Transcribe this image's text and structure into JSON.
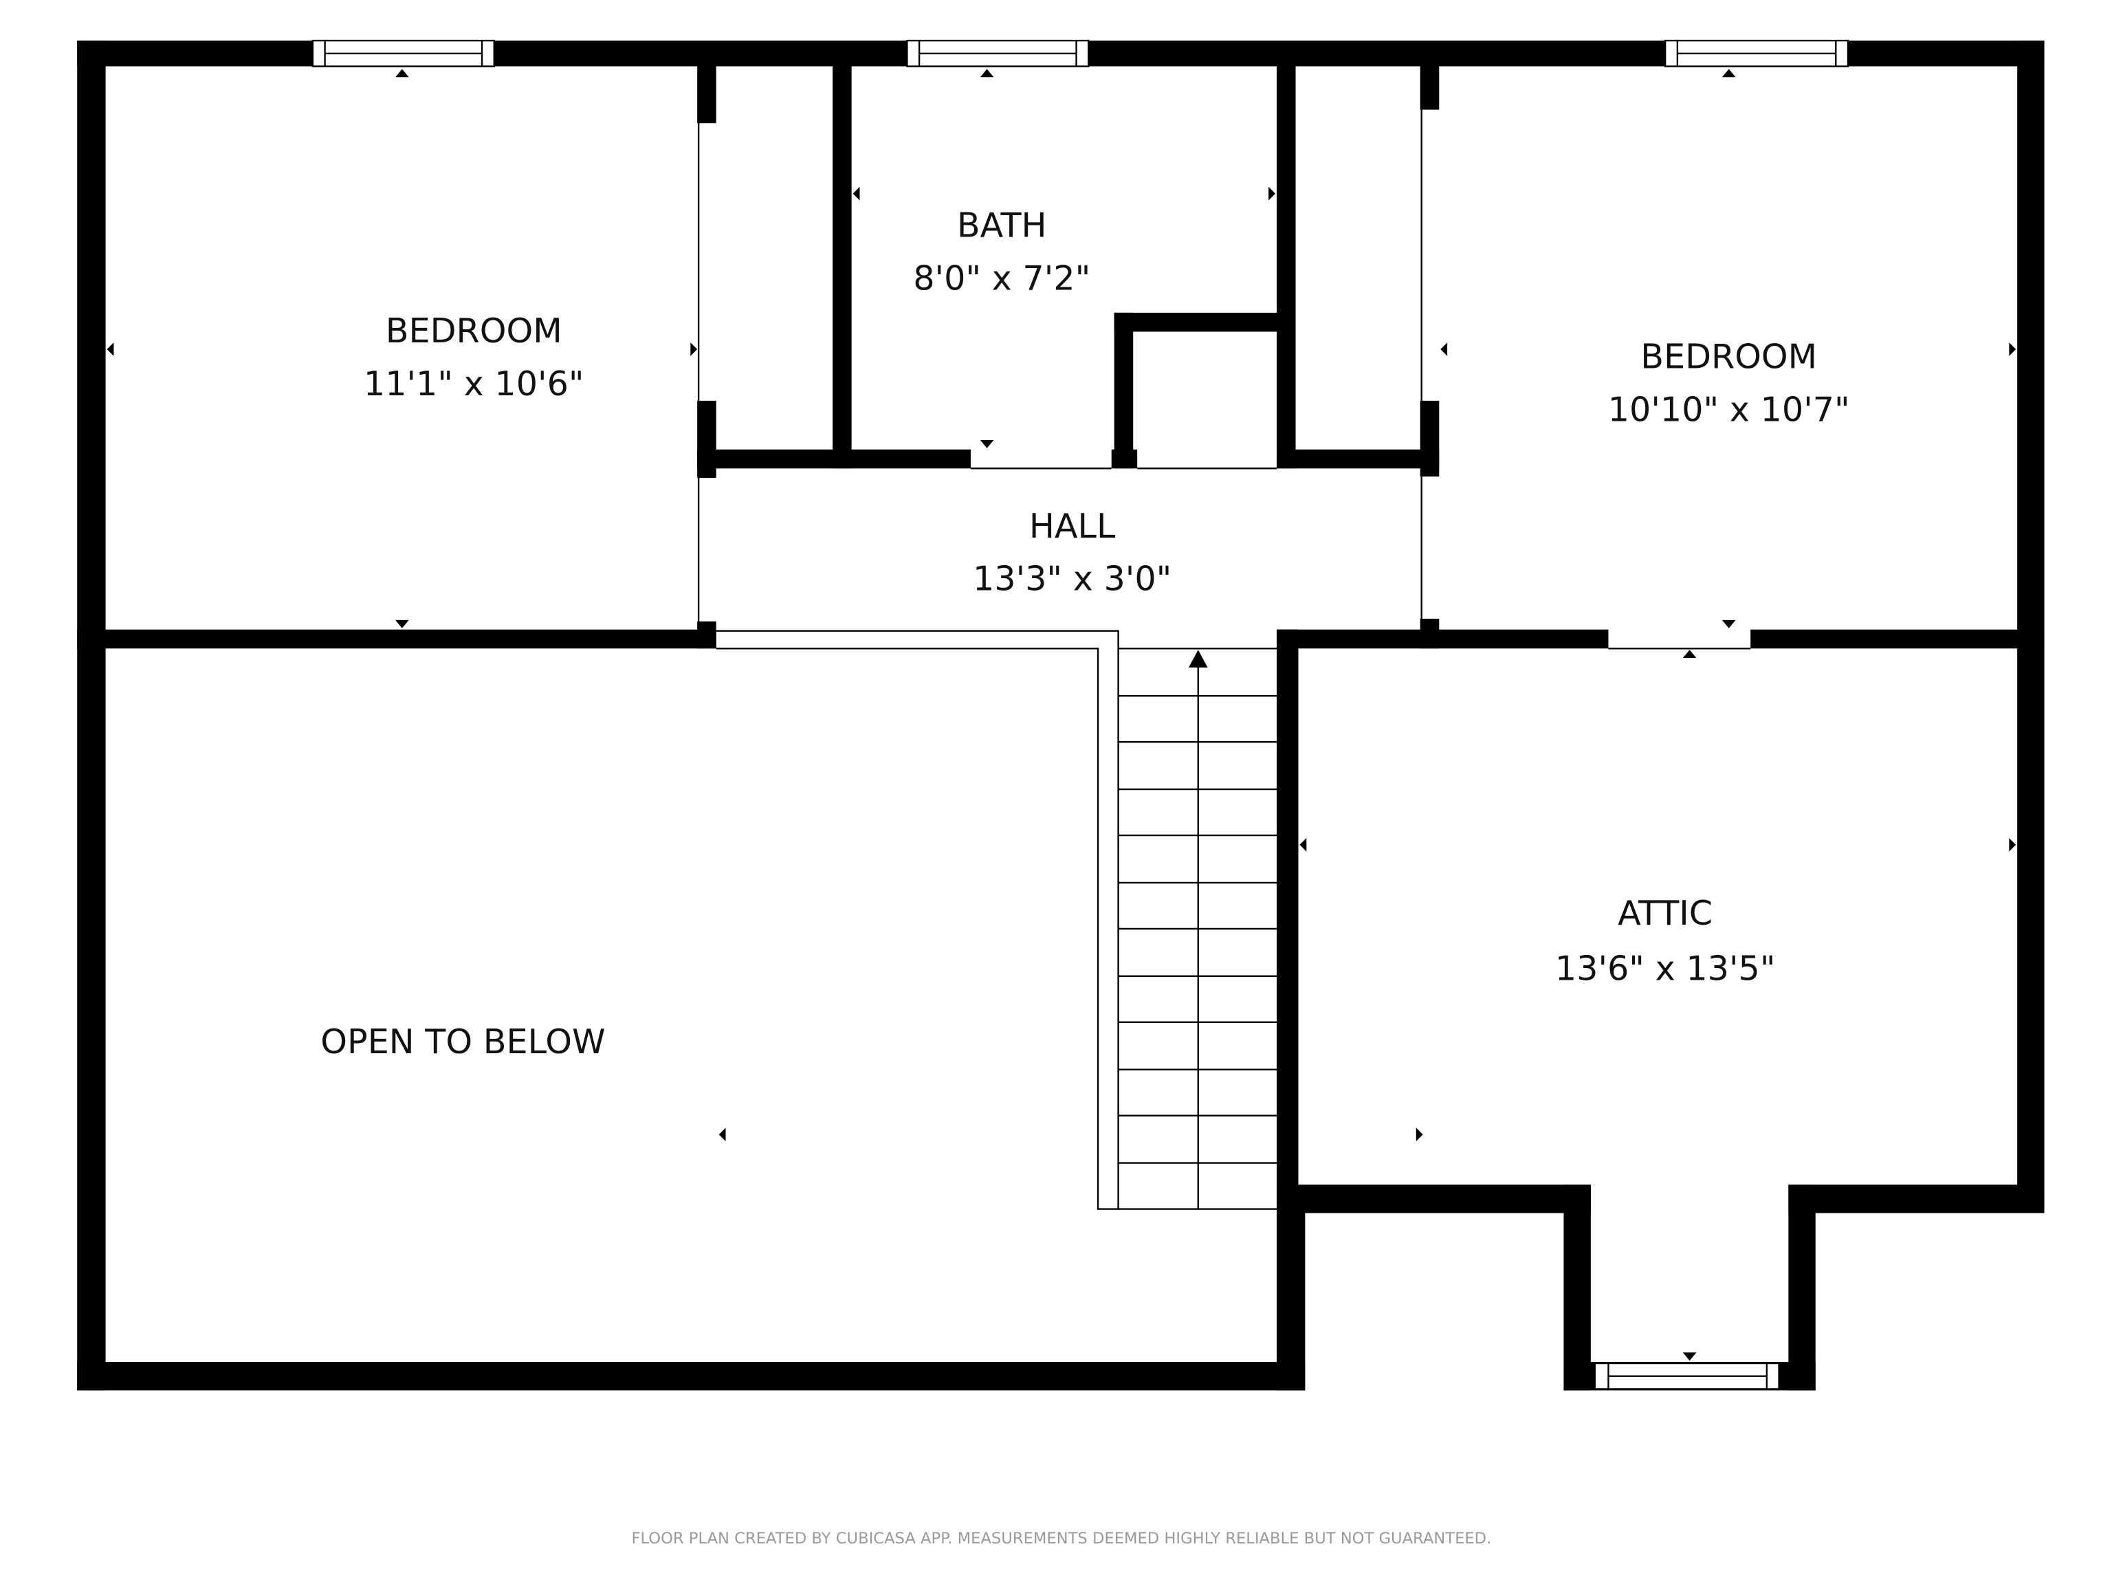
{
  "floor_plan": {
    "rooms": [
      {
        "id": "bedroom_left",
        "name": "BEDROOM",
        "dimensions": "11'1\" x 10'6\""
      },
      {
        "id": "bath",
        "name": "BATH",
        "dimensions": "8'0\" x 7'2\""
      },
      {
        "id": "bedroom_right",
        "name": "BEDROOM",
        "dimensions": "10'10\" x 10'7\""
      },
      {
        "id": "hall",
        "name": "HALL",
        "dimensions": "13'3\" x 3'0\""
      },
      {
        "id": "attic",
        "name": "ATTIC",
        "dimensions": "13'6\" x 13'5\""
      },
      {
        "id": "open_to_below",
        "name": "OPEN TO BELOW",
        "dimensions": ""
      }
    ],
    "stair_steps": 12,
    "windows": 4
  },
  "footer": {
    "disclaimer": "FLOOR PLAN CREATED BY CUBICASA APP. MEASUREMENTS DEEMED HIGHLY RELIABLE BUT NOT GUARANTEED."
  },
  "colors": {
    "wall": "#000000",
    "background": "#ffffff",
    "footer_text": "#9a9a9a"
  }
}
